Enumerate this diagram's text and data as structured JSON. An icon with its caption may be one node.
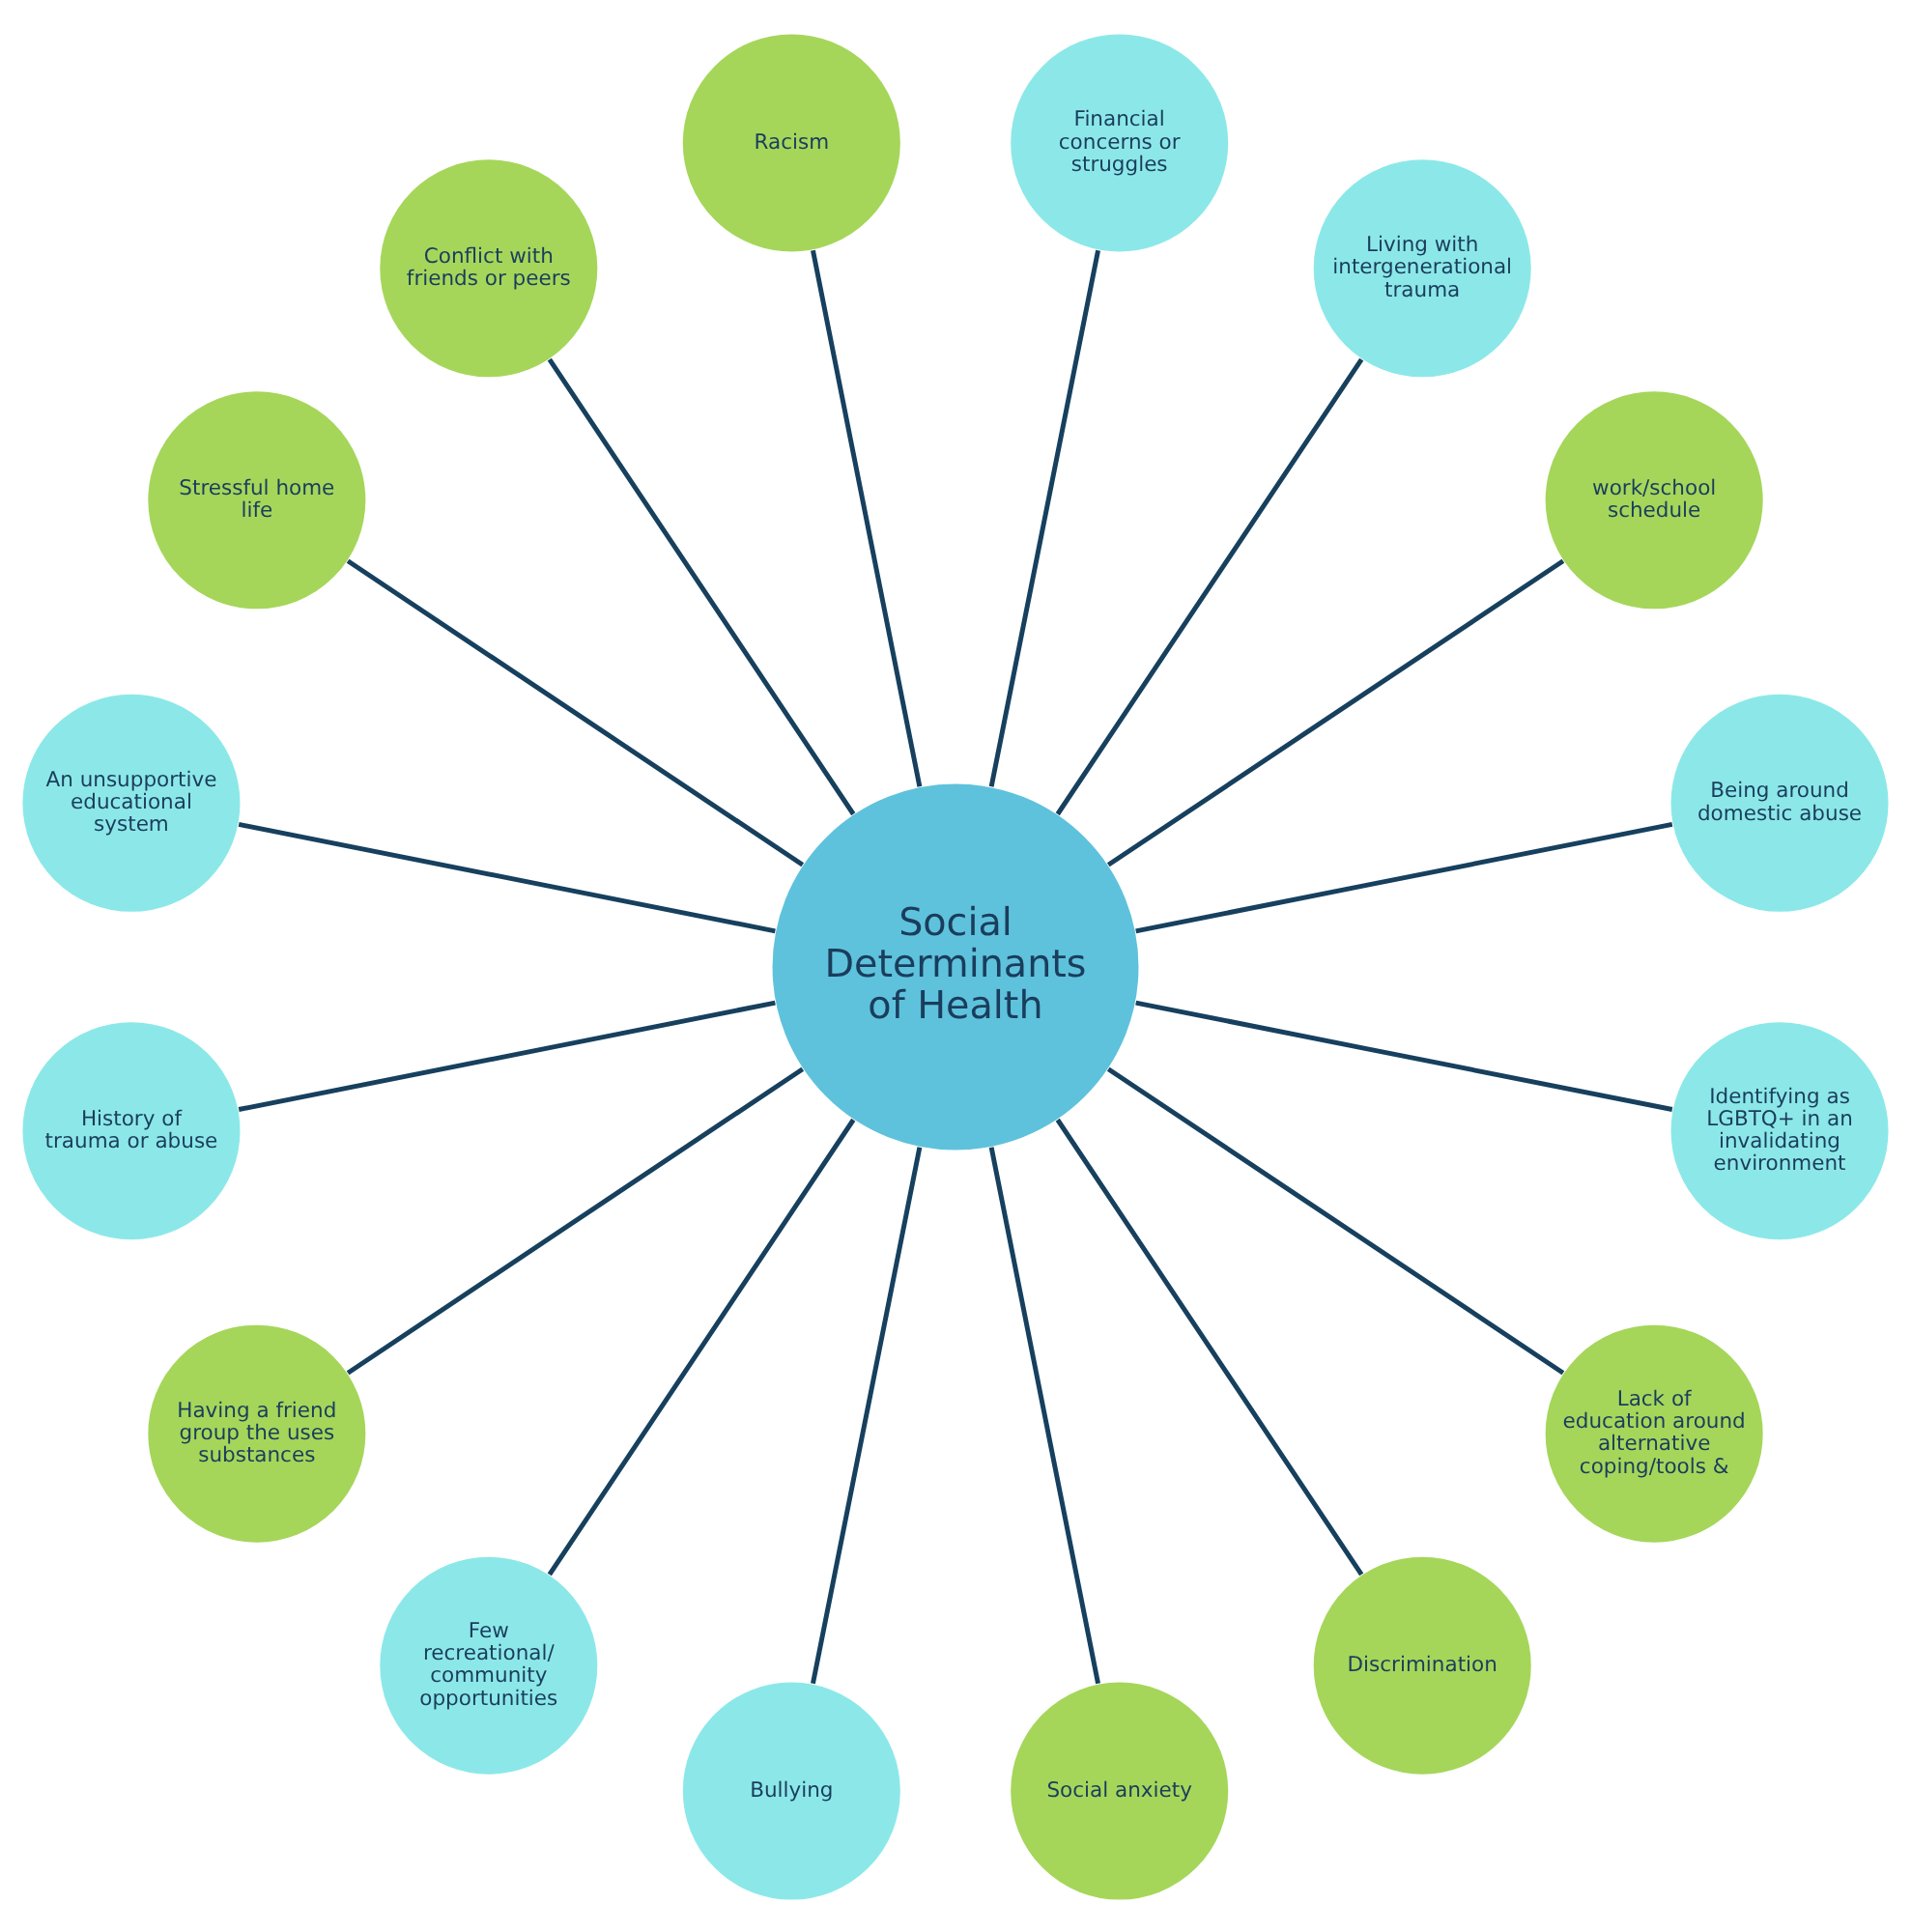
{
  "diagram": {
    "nodes": [
      {
        "text": [
          "Social Determinants of Health"
        ]
      },
      {
        "text": [
          "Being around domestic abuse"
        ]
      },
      {
        "text": [
          "work/school schedule"
        ]
      },
      {
        "text": [
          "Living with intergenerational trauma"
        ]
      },
      {
        "text": [
          "Financial concerns or struggles"
        ]
      },
      {
        "text": [
          "Racism"
        ]
      },
      {
        "text": [
          "Conflict with friends or peers"
        ]
      },
      {
        "text": [
          "Stressful home life"
        ]
      },
      {
        "text": [
          "An unsupportive educational system"
        ]
      },
      {
        "text": [
          "History of trauma or abuse"
        ]
      },
      {
        "text": [
          "Having a friend group the uses substances"
        ]
      },
      {
        "text": [
          "Few recreational/ community opportunities"
        ]
      },
      {
        "text": [
          "Bullying"
        ]
      },
      {
        "text": [
          "Social anxiety"
        ]
      },
      {
        "text": [
          "Discrimination"
        ]
      },
      {
        "text": [
          "Lack of education around alternative coping/tools &"
        ]
      },
      {
        "text": [
          "Identifying as LGBTQ+ in an invalidating environment"
        ]
      }
    ],
    "edges": [
      {
        "from": 0,
        "to": 1,
        "arrow": "none"
      },
      {
        "from": 0,
        "to": 2,
        "arrow": "none"
      },
      {
        "from": 0,
        "to": 3,
        "arrow": "none"
      },
      {
        "from": 0,
        "to": 4,
        "arrow": "none"
      },
      {
        "from": 0,
        "to": 5,
        "arrow": "none"
      },
      {
        "from": 0,
        "to": 6,
        "arrow": "none"
      },
      {
        "from": 0,
        "to": 7,
        "arrow": "none"
      },
      {
        "from": 0,
        "to": 8,
        "arrow": "none"
      },
      {
        "from": 0,
        "to": 9,
        "arrow": "none"
      },
      {
        "from": 0,
        "to": 10,
        "arrow": "none"
      },
      {
        "from": 0,
        "to": 11,
        "arrow": "none"
      },
      {
        "from": 0,
        "to": 12,
        "arrow": "none"
      },
      {
        "from": 0,
        "to": 13,
        "arrow": "none"
      },
      {
        "from": 0,
        "to": 14,
        "arrow": "none"
      },
      {
        "from": 0,
        "to": 15,
        "arrow": "none"
      },
      {
        "from": 0,
        "to": 16,
        "arrow": "none"
      }
    ]
  }
}
